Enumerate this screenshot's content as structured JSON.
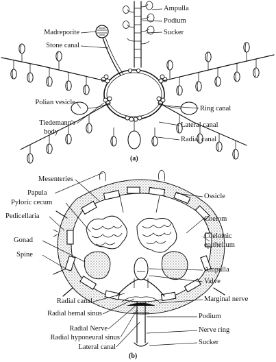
{
  "figure_a": {
    "caption": "(a)",
    "labels": {
      "ampulla": "Ampulla",
      "podium": "Podium",
      "sucker": "Sucker",
      "madreporite": "Madreporite",
      "stone_canal": "Stone canal",
      "polian_vesicle": "Polian vesicle",
      "ring_canal": "Ring canal",
      "tiedemanns_body_1": "Tiedemann's",
      "tiedemanns_body_2": "body",
      "lateral_canal": "Lateral canal",
      "radial_canal": "Radial canal"
    }
  },
  "figure_b": {
    "caption": "(b)",
    "labels": {
      "mesenteries": "Mesenteries",
      "papula": "Papula",
      "pyloric_cecum": "Pyloric cecum",
      "pedicellaria": "Pedicellaria",
      "gonad": "Gonad",
      "spine": "Spine",
      "ossicle": "Ossicle",
      "coelom": "Coelom",
      "coelomic_epithelium_1": "Coelomic",
      "coelomic_epithelium_2": "epithelium",
      "ampulla": "Ampulla",
      "valve": "Valve",
      "radial_canal": "Radial canal",
      "radial_hemal_sinus": "Radial hemal sinus",
      "radial_nerve": "Radial Nerve",
      "radial_hyponeural_sinus": "Radial hyponeural sinus",
      "lateral_canal": "Lateral canal",
      "marginal_nerve": "Marginal nerve",
      "podium": "Podium",
      "nerve_ring": "Nerve ring",
      "sucker": "Sucker"
    }
  }
}
